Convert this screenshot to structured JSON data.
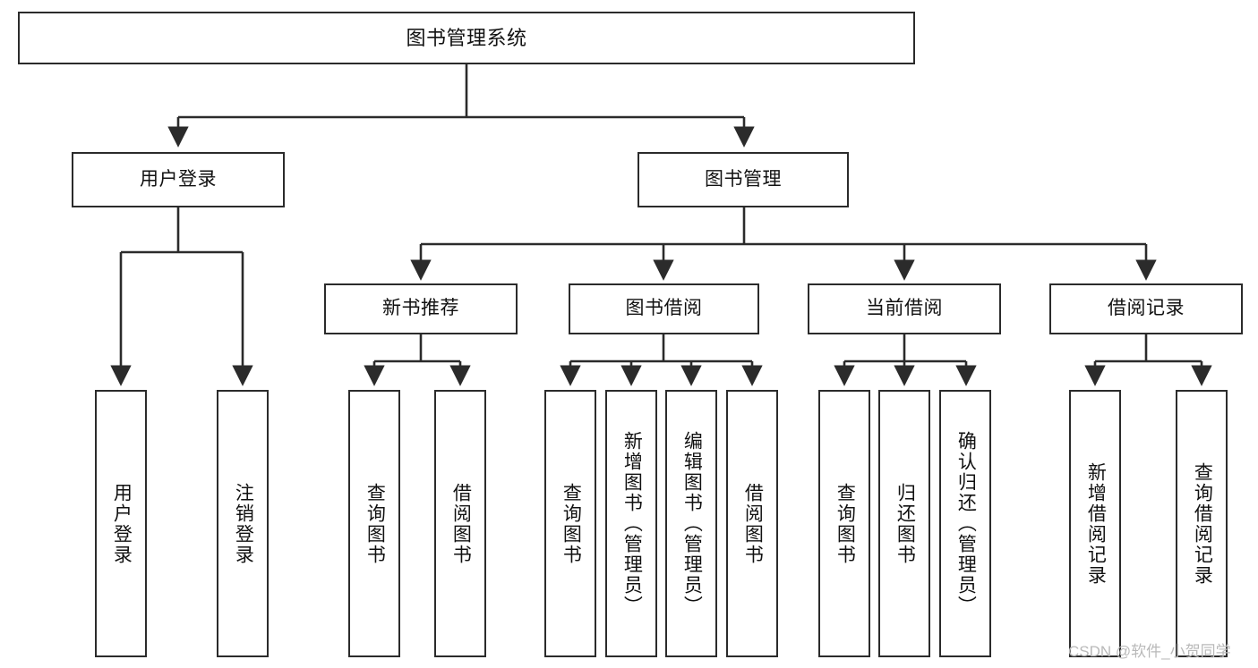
{
  "diagram": {
    "type": "tree-hierarchy-chart",
    "title": "图书管理系统",
    "orientation": "top-down",
    "stroke_color": "#2b2b2b",
    "fill_color": "#ffffff",
    "text_color": "#111111"
  },
  "nodes": {
    "root": {
      "label": "图书管理系统"
    },
    "level2": [
      {
        "id": "user-login",
        "label": "用户登录"
      },
      {
        "id": "book-manage",
        "label": "图书管理"
      }
    ],
    "level3": [
      {
        "id": "new-book-recommend",
        "label": "新书推荐"
      },
      {
        "id": "book-borrow",
        "label": "图书借阅"
      },
      {
        "id": "current-borrow",
        "label": "当前借阅"
      },
      {
        "id": "borrow-record",
        "label": "借阅记录"
      }
    ],
    "leaves": {
      "user_login": [
        {
          "id": "leaf-user-login",
          "label": "用户登录"
        },
        {
          "id": "leaf-logout-login",
          "label": "注销登录"
        }
      ],
      "new_book_recommend": [
        {
          "id": "leaf-query-book-1",
          "label": "查询图书"
        },
        {
          "id": "leaf-borrow-book-1",
          "label": "借阅图书"
        }
      ],
      "book_borrow": [
        {
          "id": "leaf-query-book-2",
          "label": "查询图书"
        },
        {
          "id": "leaf-add-book",
          "label": "新增图书（管理员）"
        },
        {
          "id": "leaf-edit-book",
          "label": "编辑图书（管理员）"
        },
        {
          "id": "leaf-borrow-book-2",
          "label": "借阅图书"
        }
      ],
      "current_borrow": [
        {
          "id": "leaf-query-book-3",
          "label": "查询图书"
        },
        {
          "id": "leaf-return-book",
          "label": "归还图书"
        },
        {
          "id": "leaf-confirm-return",
          "label": "确认归还（管理员）"
        }
      ],
      "borrow_record": [
        {
          "id": "leaf-add-record",
          "label": "新增借阅记录"
        },
        {
          "id": "leaf-query-record",
          "label": "查询借阅记录"
        }
      ]
    }
  },
  "watermark": {
    "text": "CSDN @软件_小贺同学"
  }
}
